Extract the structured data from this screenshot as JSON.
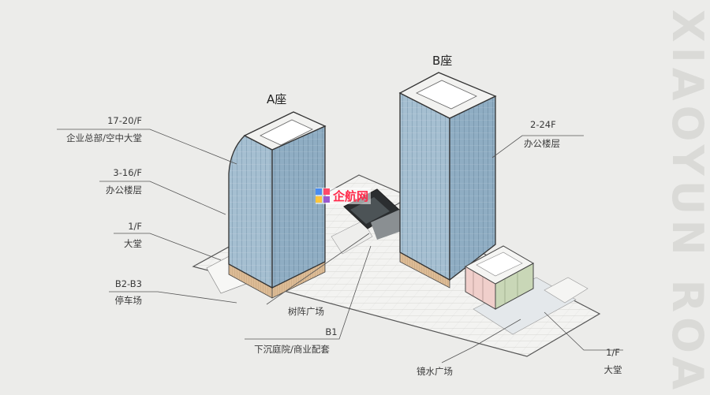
{
  "watermark": "XIAOYUN ROAD",
  "brand": "企航网",
  "towers": {
    "a": "A座",
    "b": "B座"
  },
  "labels": {
    "a_top_floors": "17-20/F",
    "a_top_use": "企业总部/空中大堂",
    "a_mid_floors": "3-16/F",
    "a_mid_use": "办公楼层",
    "a_lobby_floor": "1/F",
    "a_lobby_use": "大堂",
    "parking_floors": "B2-B3",
    "parking_use": "停车场",
    "tree_square": "树阵广场",
    "sunken_floor": "B1",
    "sunken_use": "下沉庭院/商业配套",
    "b_floors": "2-24F",
    "b_use": "办公楼层",
    "mirror_square": "镜水广场",
    "b_lobby_floor": "1/F",
    "b_lobby_use": "大堂"
  },
  "colors": {
    "background": "#ececea",
    "glass": "#9fb9cc",
    "glass_dark": "#7f9db4",
    "podium_wood": "#d8b58e",
    "lines": "#444444"
  }
}
